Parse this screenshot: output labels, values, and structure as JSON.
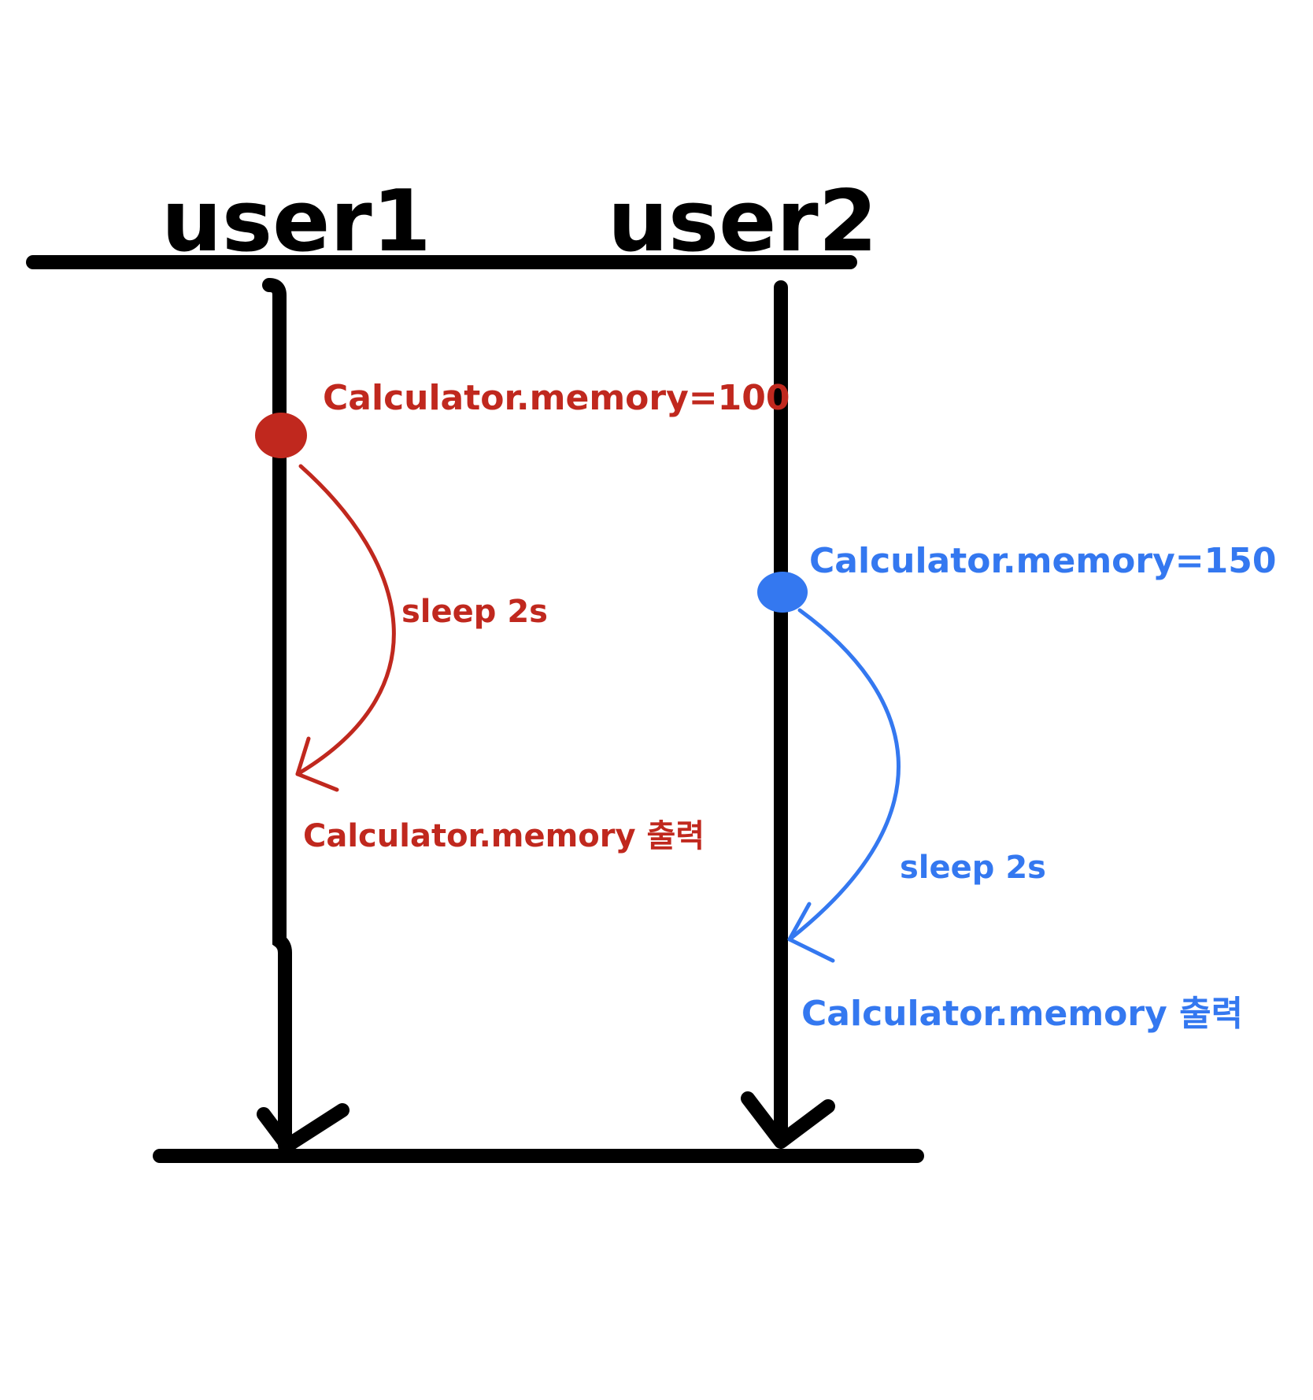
{
  "actors": [
    {
      "name": "user1",
      "label": "user1"
    },
    {
      "name": "user2",
      "label": "user2"
    }
  ],
  "colors": {
    "ink": "#000000",
    "user1": "#c0281e",
    "user2": "#3478f0",
    "background": "#ffffff"
  },
  "user1": {
    "set_label": "Calculator.memory=100",
    "sleep_label": "sleep 2s",
    "print_label": "Calculator.memory 출력"
  },
  "user2": {
    "set_label": "Calculator.memory=150",
    "sleep_label": "sleep 2s",
    "print_label": "Calculator.memory 출력"
  }
}
